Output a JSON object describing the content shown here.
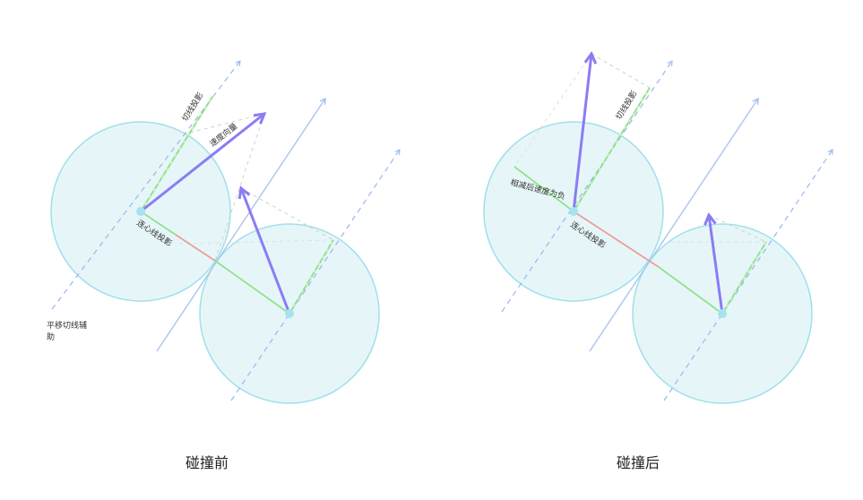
{
  "panels": {
    "before": {
      "caption": "碰撞前",
      "labels": {
        "tangent_projection": "切线投影",
        "velocity_vector": "速度向量",
        "center_line_projection": "连心线投影",
        "translated_tangent_aux": "平移切线辅助"
      }
    },
    "after": {
      "caption": "碰撞后",
      "labels": {
        "tangent_projection": "切线投影",
        "negative_after_subtract": "相减后速度为负",
        "center_line_projection": "连心线投影"
      }
    }
  },
  "colors": {
    "circle_fill": "#e6f6f8",
    "circle_stroke": "#9fe0ea",
    "center_dot": "#a6e3ee",
    "tangent_line": "#a9c4ef",
    "dashed_blue": "#9ab6ee",
    "green": "#8fe38a",
    "red": "#ee9c9c",
    "velocity": "#8a7cf5",
    "guide_gray": "#d0d0d0"
  }
}
